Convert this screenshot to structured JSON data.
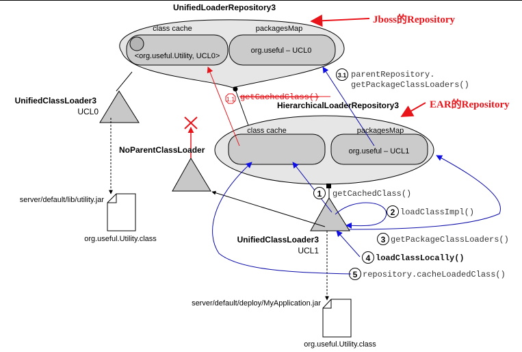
{
  "colors": {
    "annotation_red": "#e8141a",
    "call_blue": "#0a0aa8",
    "arrow_blue": "#1010e6",
    "outer_fill": "#e6e6e6",
    "inner_fill": "#cbcbcb",
    "loader_fill": "#c8c8c8"
  },
  "parent_repository": {
    "title": "UnifiedLoaderRepository3",
    "class_cache_label": "class cache",
    "class_cache_entry": "<org.useful.Utility, UCL0>",
    "packages_map_label": "packagesMap",
    "packages_map_entry": "org.useful – UCL0",
    "annotation": "Jboss的Repository"
  },
  "ear_repository": {
    "title": "HierarchicalLoaderRepository3",
    "class_cache_label": "class cache",
    "packages_map_label": "packagesMap",
    "packages_map_entry": "org.useful – UCL1",
    "annotation": "EAR的Repository"
  },
  "loaders": {
    "ucl0": {
      "name": "UnifiedClassLoader3",
      "id": "UCL0"
    },
    "no_parent": {
      "name": "NoParentClassLoader"
    },
    "ucl1": {
      "name": "UnifiedClassLoader3",
      "id": "UCL1"
    }
  },
  "jars": {
    "utility_jar": {
      "path": "server/default/lib/utility.jar",
      "class": "org.useful.Utility.class"
    },
    "app_jar": {
      "path": "server/default/deploy/MyApplication.jar",
      "class": "org.useful.Utility.class"
    }
  },
  "steps": [
    {
      "num": "1",
      "call": "getCachedClass()"
    },
    {
      "num": "1.1",
      "call": "getCachedClass()",
      "struck": true
    },
    {
      "num": "2",
      "call": "loadClassImpl()"
    },
    {
      "num": "3",
      "call": "getPackageClassLoaders()"
    },
    {
      "num": "3.1",
      "call": "parentRepository.",
      "call_line2": "getPackageClassLoaders()"
    },
    {
      "num": "4",
      "call": "loadClassLocally()"
    },
    {
      "num": "5",
      "call": "repository.cacheLoadedClass()"
    }
  ]
}
